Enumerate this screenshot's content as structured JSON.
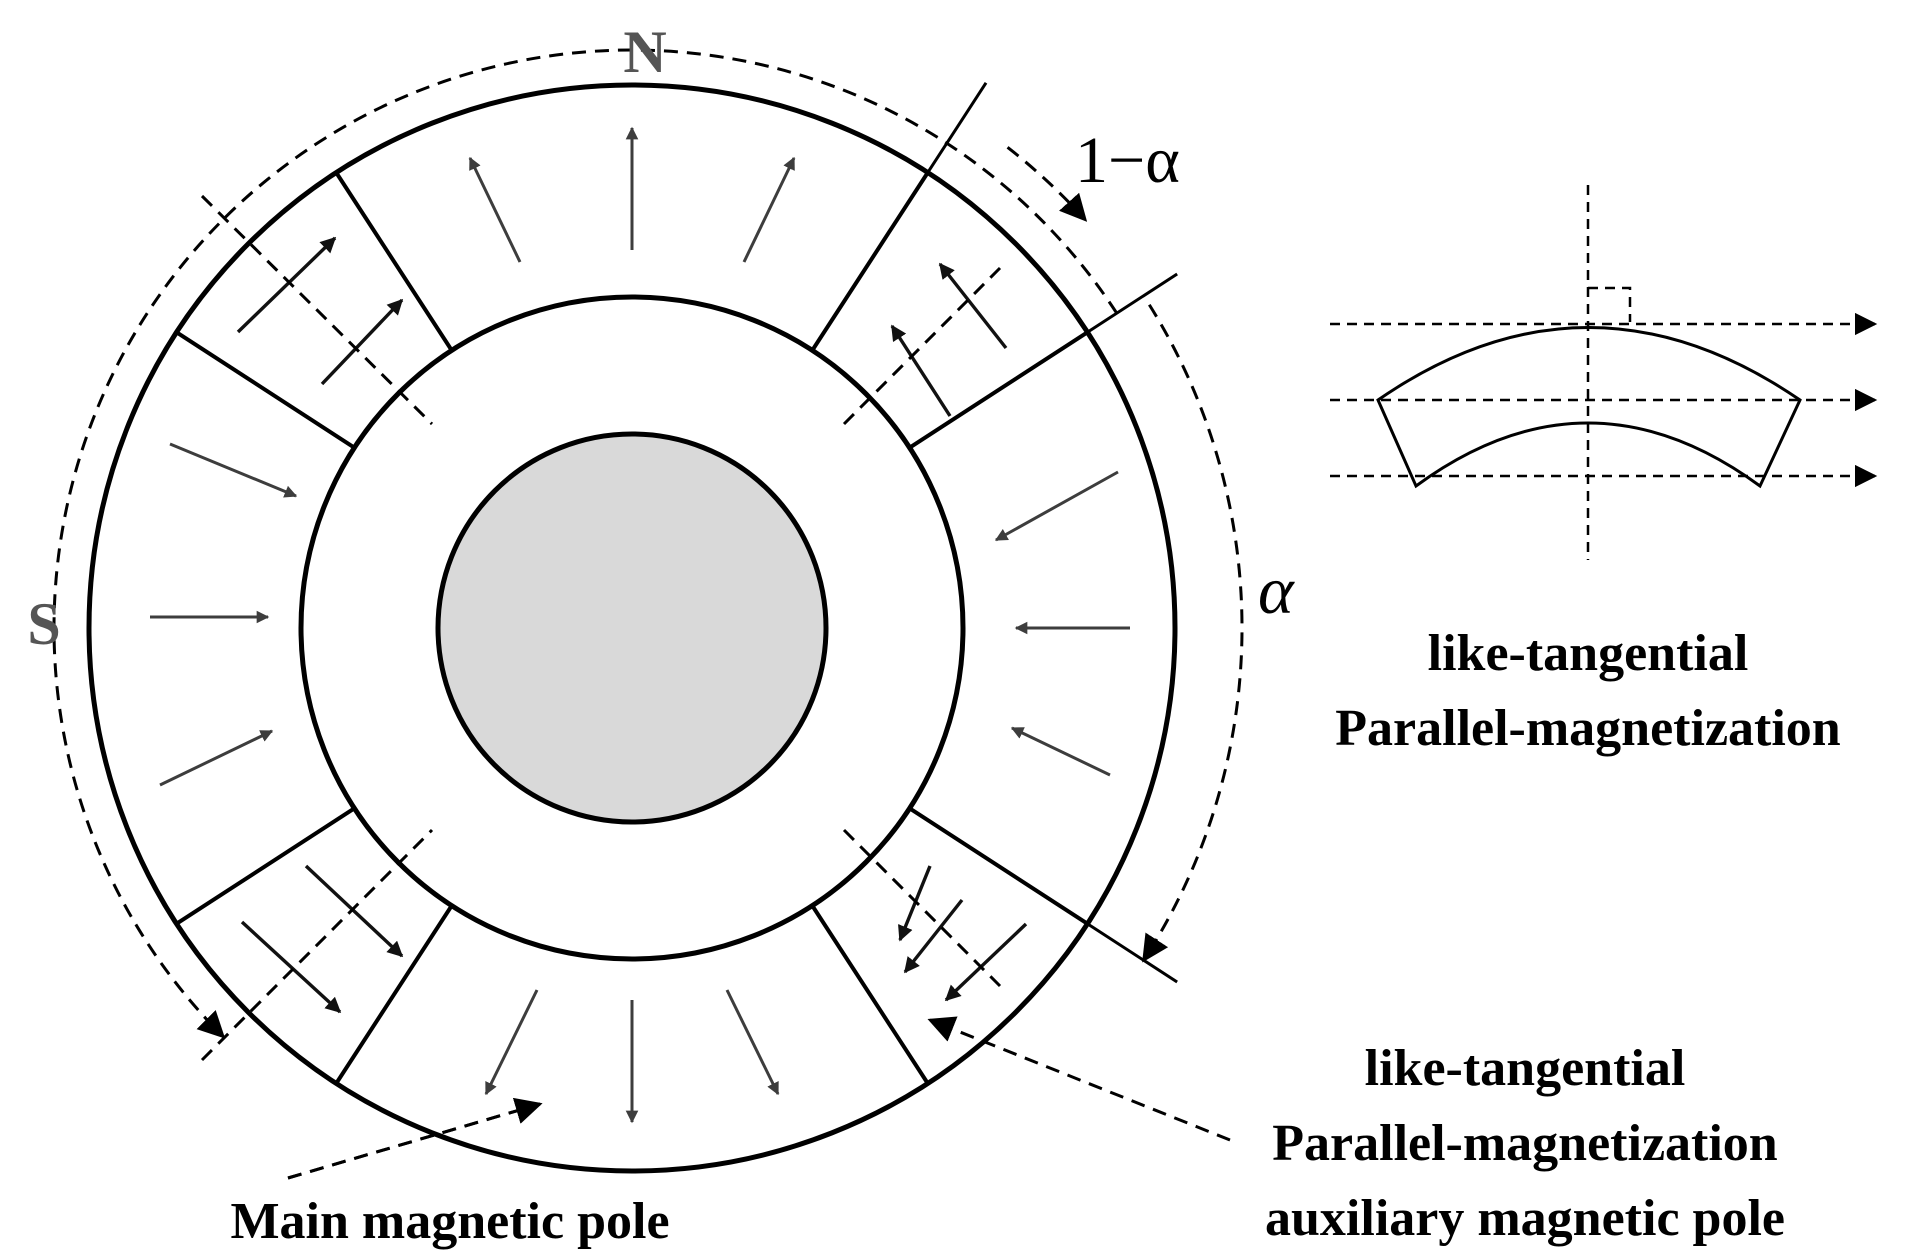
{
  "poles": {
    "north": "N",
    "south": "S"
  },
  "angles": {
    "one_minus_alpha": "1−α",
    "alpha": "α"
  },
  "legend": {
    "line1": "like-tangential",
    "line2": "Parallel-magnetization"
  },
  "labels": {
    "main_pole": "Main magnetic pole",
    "aux_pole_line1": "like-tangential",
    "aux_pole_line2": "Parallel-magnetization",
    "aux_pole_line3": "auxiliary magnetic pole"
  },
  "colors": {
    "stroke": "#000000",
    "core_fill": "#d9d9d9",
    "arrow_dark": "#111111",
    "arrow_grey": "#3d3d3d",
    "pole_letter": "#555555",
    "background": "#ffffff"
  }
}
